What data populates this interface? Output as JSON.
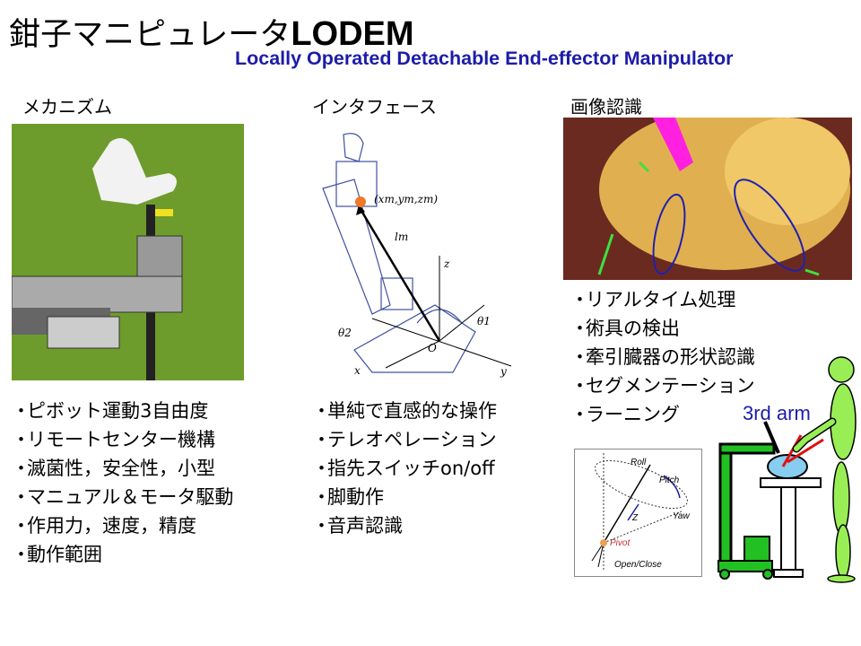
{
  "title": {
    "main": "鉗子マニピュレータ",
    "bold": "LODEM"
  },
  "subtitle": "Locally Operated Detachable End-effector Manipulator",
  "sections": {
    "mechanism": {
      "heading": "メカニズム",
      "items": [
        "ピボット運動3自由度",
        "リモートセンター機構",
        "滅菌性，安全性，小型",
        "マニュアル＆モータ駆動",
        "作用力，速度，精度",
        "動作範囲"
      ]
    },
    "interface": {
      "heading": "インタフェース",
      "items": [
        "単純で直感的な操作",
        "テレオペレーション",
        "指先スイッチon/off",
        "脚動作",
        "音声認識"
      ],
      "diagram": {
        "point": "(xm,ym,zm)",
        "length": "lm",
        "z": "z",
        "x": "x",
        "y": "y",
        "origin": "O",
        "theta1": "θ1",
        "theta2": "θ2"
      }
    },
    "recognition": {
      "heading": "画像認識",
      "items": [
        "リアルタイム処理",
        "術具の検出",
        "牽引臓器の形状認識",
        "セグメンテーション",
        "ラーニング"
      ]
    }
  },
  "pivot_diagram": {
    "roll": "Roll",
    "pitch": "Pitch",
    "yaw": "Yaw",
    "z": "Z",
    "pivot": "Pivot",
    "open_close": "Open/Close"
  },
  "third_arm_label": "3rd arm",
  "colors": {
    "subtitle": "#1c1ca8",
    "green": "#22c022",
    "figure": "#99ee55"
  }
}
